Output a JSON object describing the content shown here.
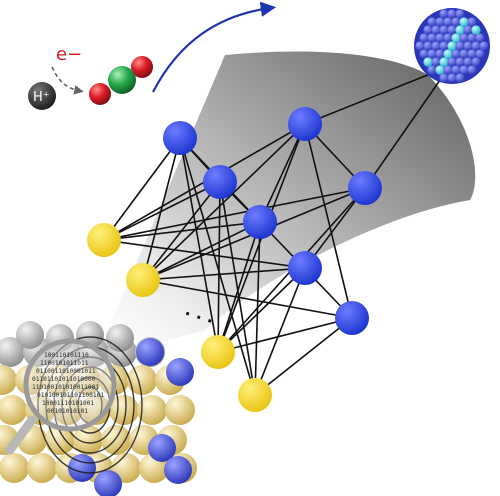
{
  "electron_label": "e−",
  "proton_label": "H⁺",
  "ellipsis": "· · ·",
  "binary_lines": [
    "100110101110",
    "1100101011011",
    "0110011010001011",
    "01101101011010000",
    "110100101010011001",
    "010100101101100101",
    "10001110101001",
    "00101010101"
  ],
  "colors": {
    "hidden_node": "#1f3fe0",
    "input_node": "#f3d21a",
    "atom_blue": "#4a56d8",
    "atom_cyan": "#3fd0d8",
    "atom_gold": "#e8d48a",
    "arrow": "#2a3fb8",
    "red_atom": "#d91a24",
    "green_atom": "#23a84a"
  }
}
